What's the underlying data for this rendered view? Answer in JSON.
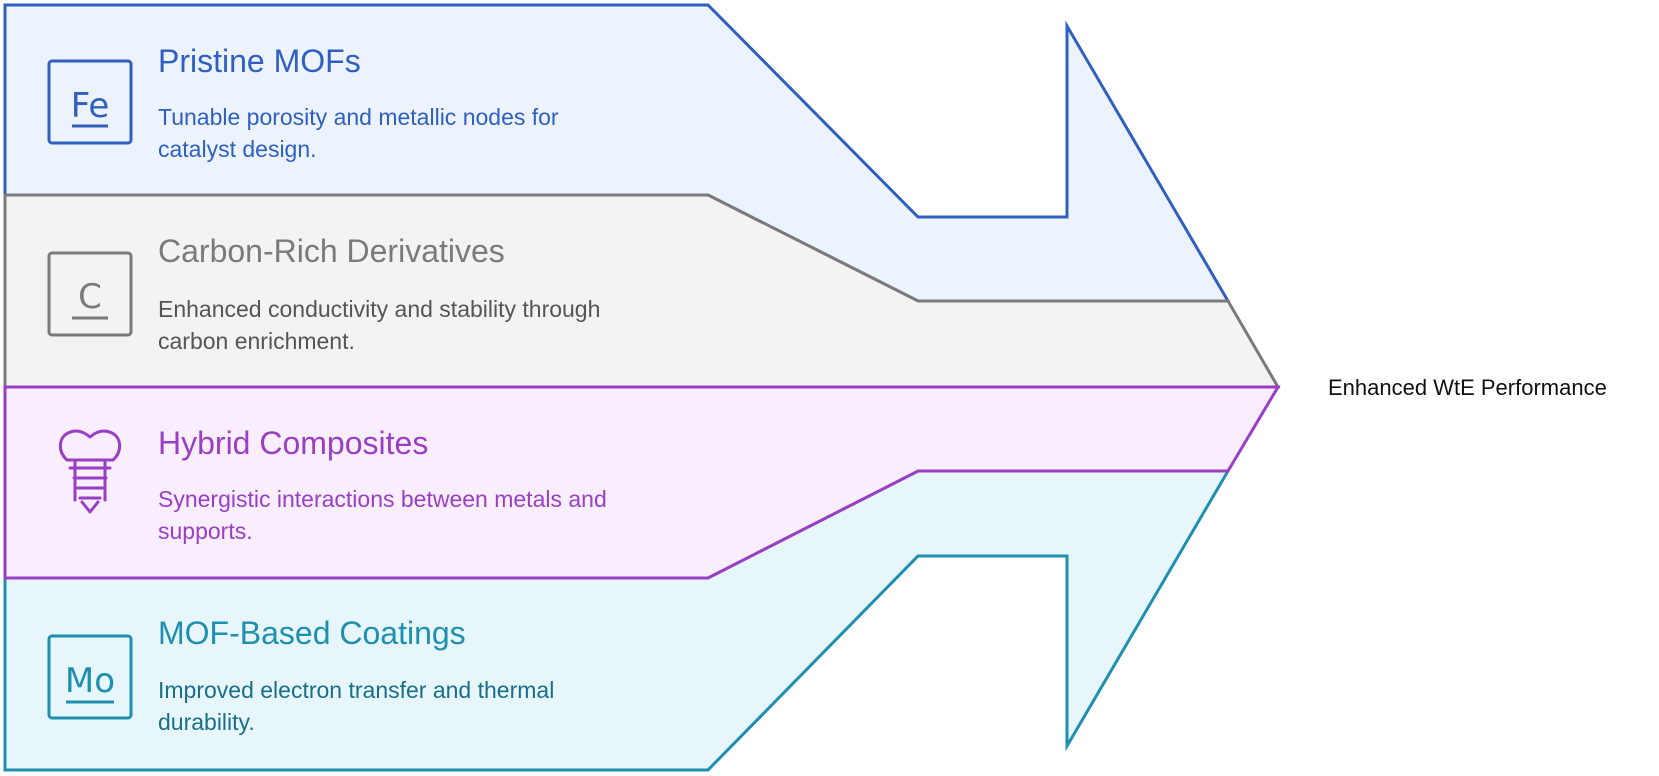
{
  "target": {
    "label": "Enhanced WtE Performance"
  },
  "segments": [
    {
      "title": "Pristine MOFs",
      "desc_line1": "Tunable porosity and metallic nodes for",
      "desc_line2": "catalyst design.",
      "icon": "iron-element-icon",
      "icon_text": "Fe",
      "color": "#2f5fbf",
      "fill": "#edf3fd"
    },
    {
      "title": "Carbon-Rich Derivatives",
      "desc_line1": "Enhanced conductivity and stability through",
      "desc_line2": "carbon enrichment.",
      "icon": "carbon-element-icon",
      "icon_text": "C",
      "color": "#7a7a7a",
      "fill": "#f3f3f3"
    },
    {
      "title": "Hybrid Composites",
      "desc_line1": "Synergistic interactions between metals and",
      "desc_line2": "supports.",
      "icon": "dental-implant-icon",
      "icon_text": "",
      "color": "#9a3fc4",
      "fill": "#f8eefd"
    },
    {
      "title": "MOF-Based Coatings",
      "desc_line1": "Improved electron transfer and thermal",
      "desc_line2": "durability.",
      "icon": "molybdenum-element-icon",
      "icon_text": "Mo",
      "color": "#1f8fb0",
      "fill": "#e6f6fb"
    }
  ]
}
